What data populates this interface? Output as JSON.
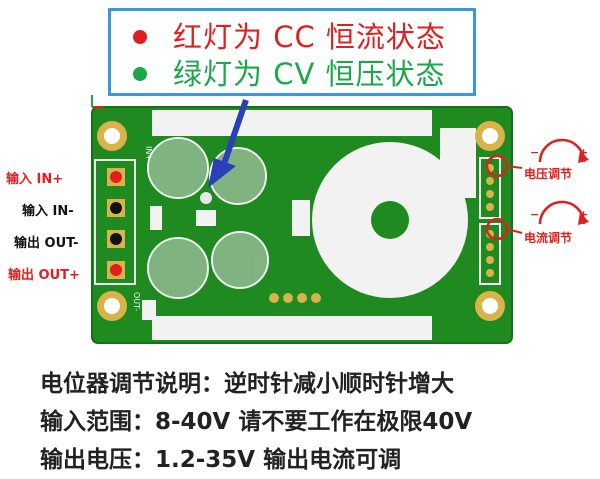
{
  "legend": {
    "red_line": "红灯为 CC 恒流状态",
    "green_line": "绿灯为 CV 恒压状态"
  },
  "terminals": {
    "in_plus": "输入 IN+",
    "in_minus": "输入 IN-",
    "out_minus": "输出 OUT-",
    "out_plus": "输出 OUT+"
  },
  "pcb_marks": {
    "in_plus": "IN+",
    "out_minus": "OUT-",
    "minus": "−",
    "plus": "+"
  },
  "pots": {
    "voltage": "电压调节",
    "current": "电流调节"
  },
  "footer": {
    "line1": "电位器调节说明：逆时针减小顺时针增大",
    "line2": "输入范围：8-40V 请不要工作在极限40V",
    "line3": "输出电压：1.2-35V   输出电流可调"
  },
  "colors": {
    "board": "#1f8a1f",
    "red": "#e02020",
    "green": "#1aa84a",
    "frame": "#3a9ad9"
  }
}
